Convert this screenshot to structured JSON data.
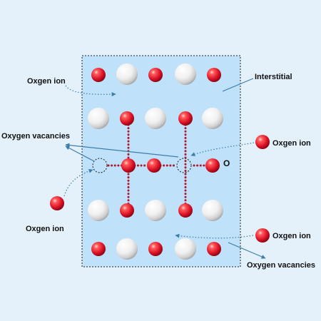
{
  "labels": {
    "top_left_oxygen_ion": "Oxgen ion",
    "interstitial": "Interstitial",
    "oxygen_vacancies_left": "Oxygen vacancies",
    "right_oxygen_ion": "Oxgen ion",
    "o_marker": "O",
    "bottom_left_oxygen_ion": "Oxgen ion",
    "bottom_right_oxygen_ion": "Oxgen ion",
    "oxygen_vacancies_bottom": "Oxygen vacancies"
  },
  "colors": {
    "background": "#e4f1fb",
    "lattice_panel": "#bfe2fa",
    "oxygen_ion": "#e0102a",
    "cation": "#f2f2f2",
    "dotted_path": "#b0182e",
    "arrow": "#3d7ea8"
  },
  "legend": {
    "oxygen_ion_icon": "red-sphere-icon",
    "cation_icon": "white-sphere-icon",
    "vacancy_icon": "dashed-circle-icon"
  }
}
